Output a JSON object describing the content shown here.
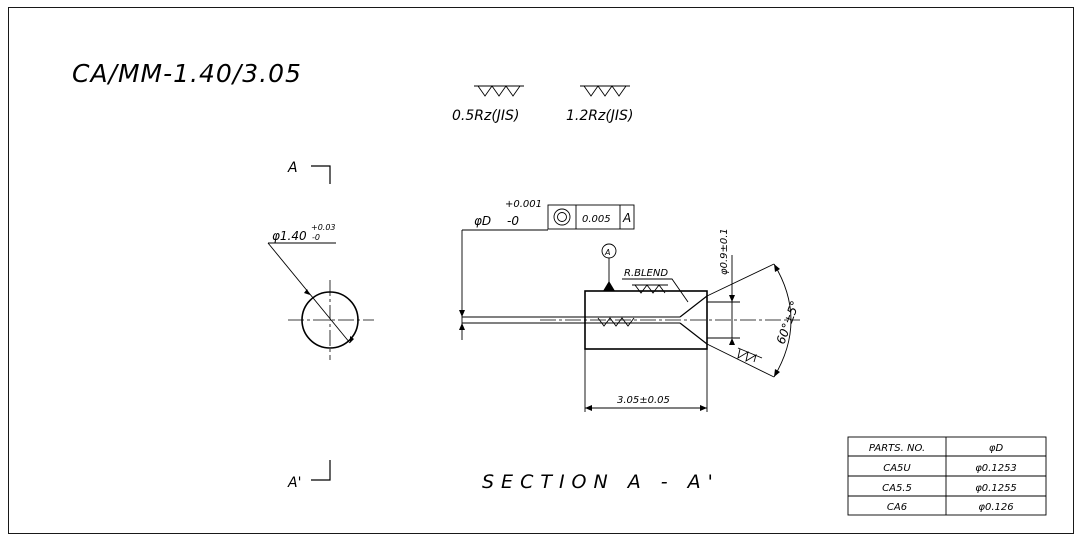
{
  "title": "CA/MM-1.40/3.05",
  "surface_finish": {
    "first": "0.5Rz(JIS)",
    "second": "1.2Rz(JIS)"
  },
  "section_marks": {
    "top": "A",
    "bottom": "A'",
    "datum": "A"
  },
  "circle_view": {
    "diameter": "φ1.40",
    "tol_upper": "+0.03",
    "tol_lower": "-0"
  },
  "side_view": {
    "bore_label": "φD",
    "bore_tol_upper": "+0.001",
    "bore_tol_lower": "-0",
    "fcf_value": "0.005",
    "fcf_datum": "A",
    "blend": "R.BLEND",
    "cone_diameter": "φ0.9±0.1",
    "cone_angle": "60°±5°",
    "length": "3.05±0.05"
  },
  "section_caption": "SECTION A - A'",
  "parts_table": {
    "headers": [
      "PARTS. NO.",
      "φD"
    ],
    "rows": [
      [
        "CA5U",
        "φ0.1253"
      ],
      [
        "CA5.5",
        "φ0.1255"
      ],
      [
        "CA6",
        "φ0.126"
      ]
    ]
  }
}
